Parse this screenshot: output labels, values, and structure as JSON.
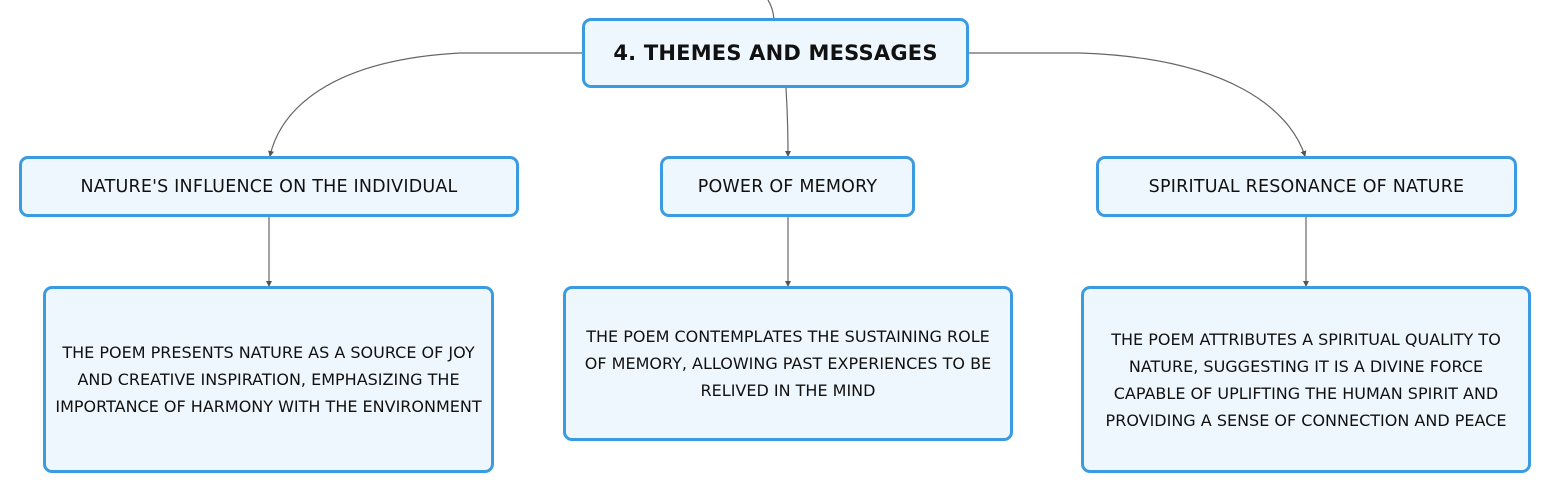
{
  "mindmap": {
    "root": {
      "title": "4. THEMES AND MESSAGES"
    },
    "branches": [
      {
        "title": "NATURE'S INFLUENCE ON THE INDIVIDUAL",
        "detail": "THE POEM PRESENTS NATURE AS A SOURCE OF JOY AND CREATIVE INSPIRATION, EMPHASIZING THE IMPORTANCE OF HARMONY WITH THE ENVIRONMENT"
      },
      {
        "title": "POWER OF MEMORY",
        "detail": "THE POEM CONTEMPLATES THE SUSTAINING ROLE OF MEMORY, ALLOWING PAST EXPERIENCES TO BE RELIVED IN THE MIND"
      },
      {
        "title": "SPIRITUAL RESONANCE OF NATURE",
        "detail": "THE POEM ATTRIBUTES A SPIRITUAL QUALITY TO NATURE, SUGGESTING IT IS A DIVINE FORCE CAPABLE OF UPLIFTING THE HUMAN SPIRIT AND PROVIDING A SENSE OF CONNECTION AND PEACE"
      }
    ],
    "colors": {
      "node_border": "#3a9be0",
      "node_fill": "#eef7fd",
      "connector": "#666666",
      "text": "#111111"
    }
  }
}
